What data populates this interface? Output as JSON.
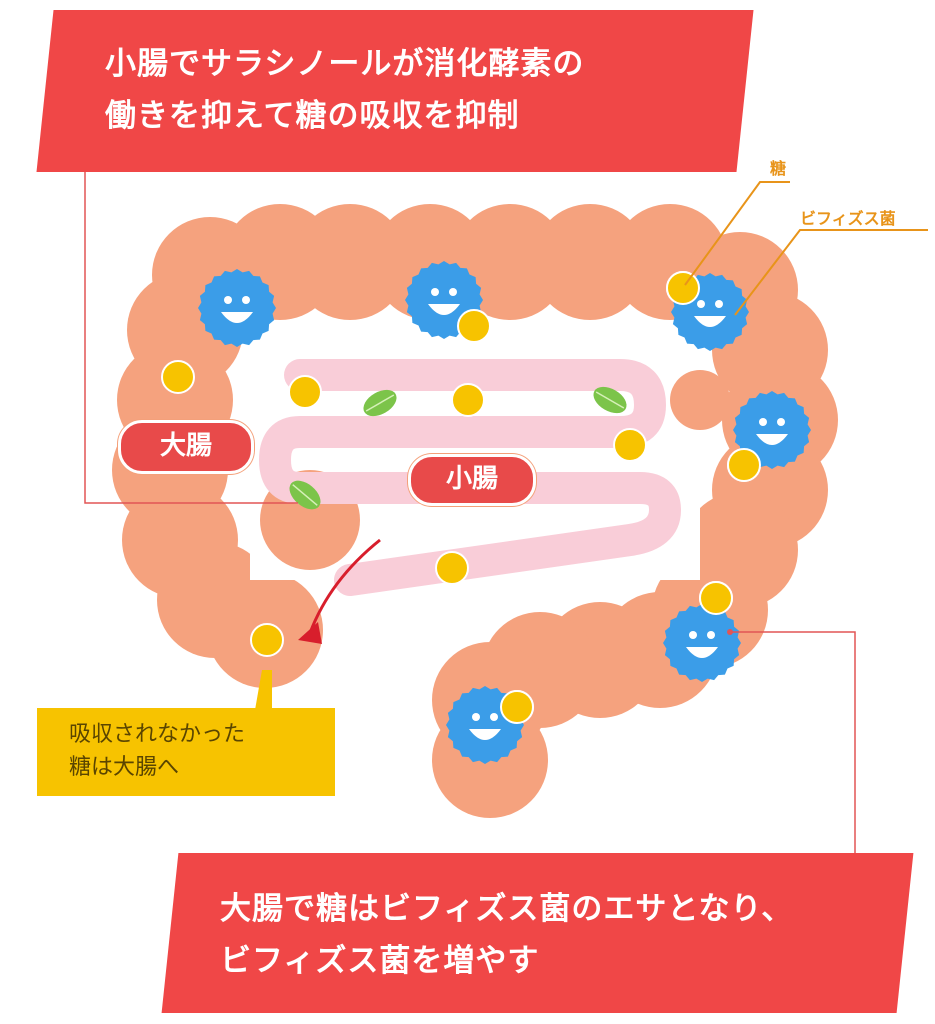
{
  "top_banner": {
    "line1": "小腸でサラシノールが消化酵素の",
    "line2": "働きを抑えて糖の吸収を抑制"
  },
  "bottom_banner": {
    "line1": "大腸で糖はビフィズス菌のエサとなり、",
    "line2": "ビフィズス菌を増やす"
  },
  "note": {
    "line1": "吸収されなかった",
    "line2": "糖は大腸へ"
  },
  "labels": {
    "large_intestine": "大腸",
    "small_intestine": "小腸",
    "sugar": "糖",
    "bifidobacteria": "ビフィズス菌"
  },
  "colors": {
    "banner": "#f04747",
    "colon": "#f5a27e",
    "small_intestine": "#f9cdd8",
    "bacteria": "#3b9de8",
    "sugar": "#f7c300",
    "note": "#f7c300",
    "leader": "#e8941a"
  }
}
